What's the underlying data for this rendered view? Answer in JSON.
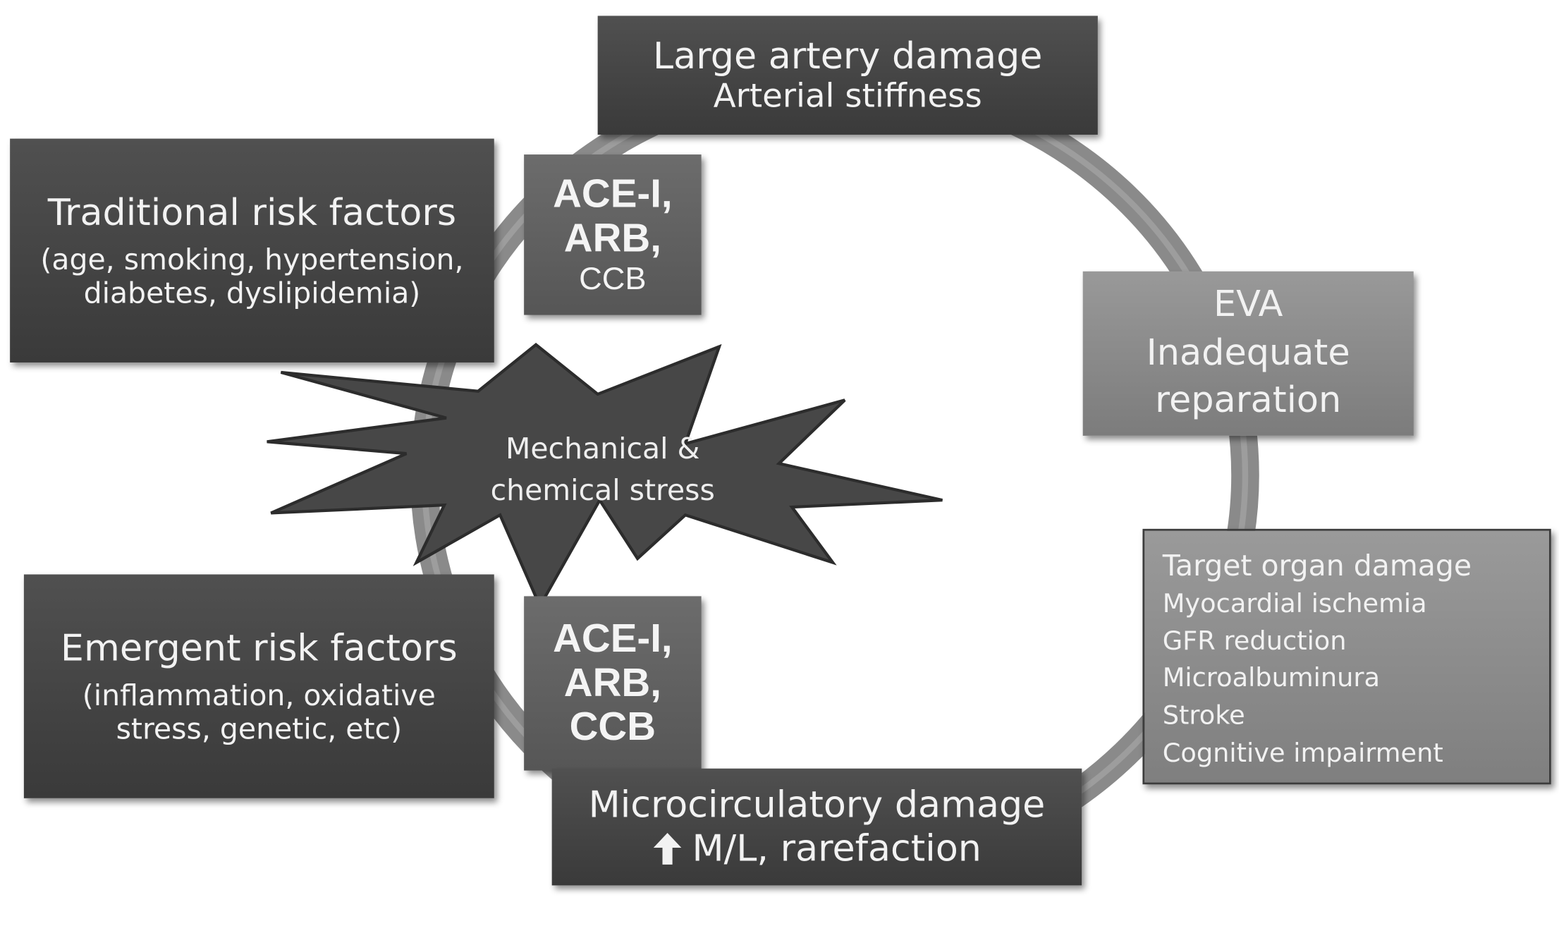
{
  "large_artery": {
    "title": "Large artery damage",
    "subtitle": "Arterial stiffness"
  },
  "traditional": {
    "title": "Traditional risk factors",
    "line1": "(age, smoking, hypertension,",
    "line2": "diabetes, dyslipidemia)"
  },
  "drugs_top": {
    "line1": "ACE-I,",
    "line2": "ARB,",
    "line3": "CCB"
  },
  "eva": {
    "line1": "EVA",
    "line2": "Inadequate",
    "line3": "reparation"
  },
  "stress": {
    "line1": "Mechanical &",
    "line2": "chemical stress"
  },
  "target_organ": {
    "title": "Target organ damage",
    "items": [
      "Myocardial ischemia",
      "GFR reduction",
      "Microalbuminura",
      "Stroke",
      "Cognitive impairment"
    ]
  },
  "emergent": {
    "title": "Emergent risk factors",
    "line1": "(inflammation, oxidative",
    "line2": "stress, genetic, etc)"
  },
  "drugs_bottom": {
    "line1": "ACE-I,",
    "line2": "ARB,",
    "line3": "CCB"
  },
  "micro": {
    "title": "Microcirculatory damage",
    "subtitle": "M/L, rarefaction"
  },
  "colors": {
    "ring": "#8a8a8a",
    "dark_box": "#444444",
    "mid_box": "#606060",
    "light_box": "#8c8c8c",
    "star": "#4a4a4a"
  }
}
